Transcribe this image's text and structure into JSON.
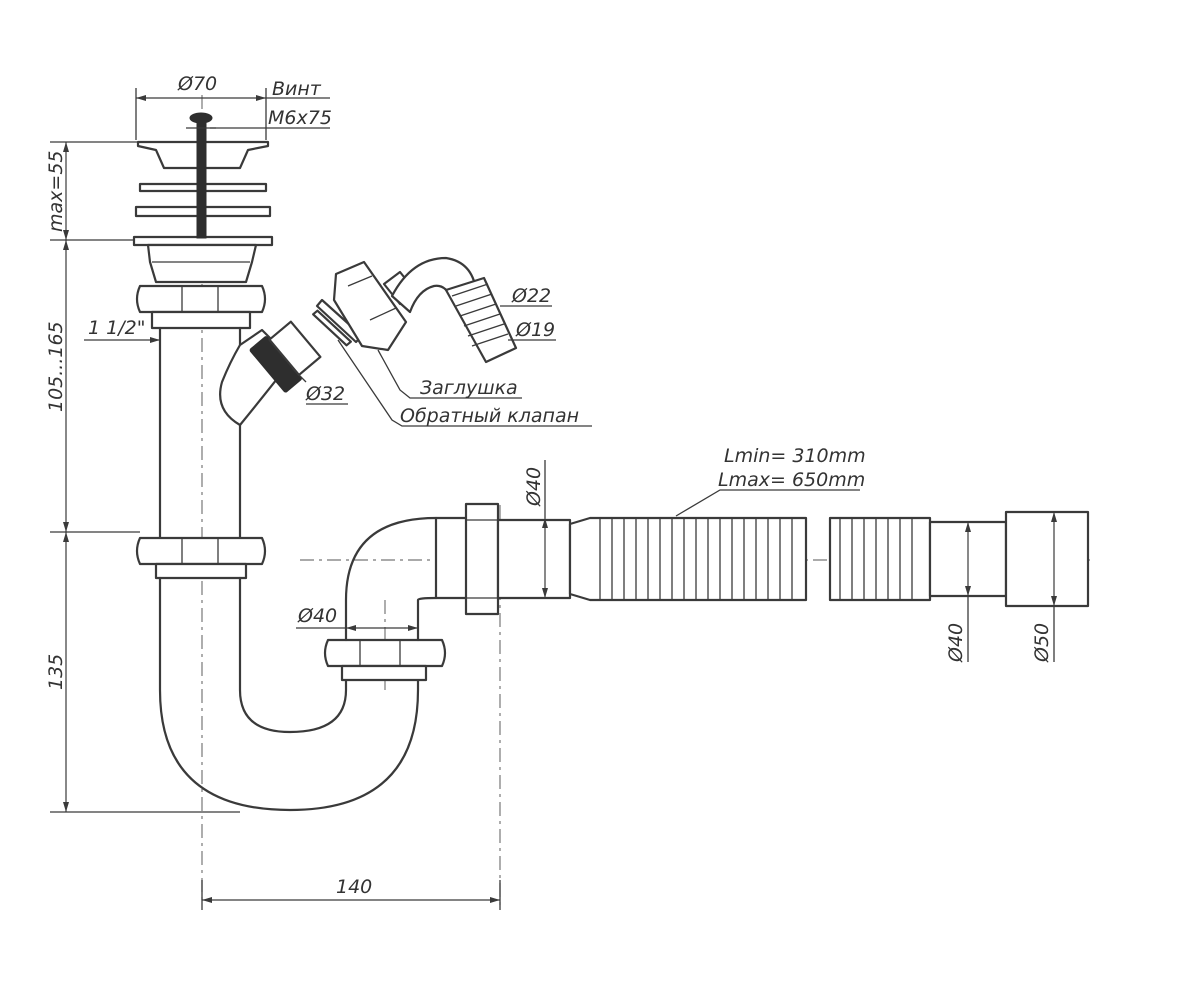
{
  "labels": {
    "top_diameter": "Ø70",
    "screw_line1": "Винт",
    "screw_line2": "M6x75",
    "max_height": "max=55",
    "thread": "1 1/2\"",
    "height_range": "105...165",
    "side_outlet_diameter": "Ø32",
    "hose_outer_diameter": "Ø22",
    "hose_inner_diameter": "Ø19",
    "plug_callout": "Заглушка",
    "check_valve_callout": "Обратный клапан",
    "length_min": "Lmin= 310mm",
    "length_max": "Lmax= 650mm",
    "outlet_diameter": "Ø40",
    "trap_diameter": "Ø40",
    "end_diameter_40": "Ø40",
    "end_diameter_50": "Ø50",
    "trap_height": "135",
    "horizontal_offset": "140"
  }
}
